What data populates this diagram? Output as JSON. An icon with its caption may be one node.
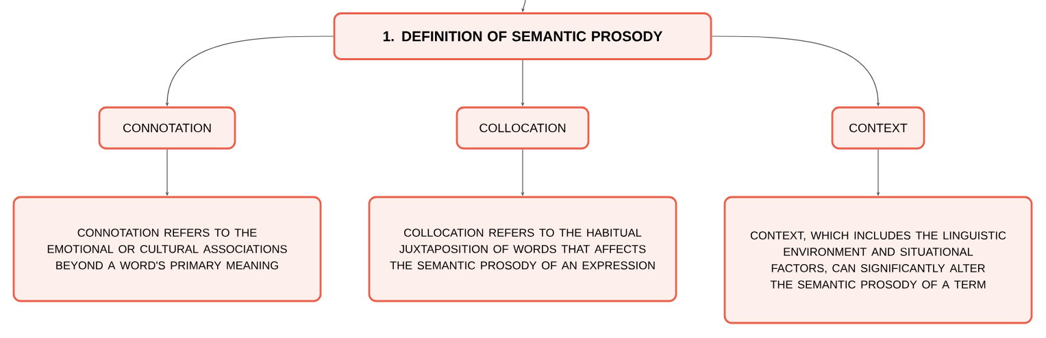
{
  "diagram": {
    "nodes": [
      {
        "text": [
          "1. DEFINITION OF SEMANTIC PROSODY"
        ]
      },
      {
        "text": [
          "CONNOTATION"
        ]
      },
      {
        "text": [
          "COLLOCATION"
        ]
      },
      {
        "text": [
          "CONTEXT"
        ]
      },
      {
        "text": [
          "CONNOTATION REFERS TO THE EMOTIONAL OR CULTURAL ASSOCIATIONS BEYOND A WORD'S PRIMARY MEANING"
        ]
      },
      {
        "text": [
          "COLLOCATION REFERS TO THE HABITUAL JUXTAPOSITION OF WORDS THAT AFFECTS THE SEMANTIC PROSODY OF AN EXPRESSION"
        ]
      },
      {
        "text": [
          "CONTEXT, WHICH INCLUDES THE LINGUISTIC ENVIRONMENT AND SITUATIONAL FACTORS, CAN SIGNIFICANTLY ALTER THE SEMANTIC PROSODY OF A TERM"
        ]
      }
    ],
    "edges": [
      {
        "from": null,
        "to": 0,
        "arrow": "to"
      },
      {
        "from": 0,
        "to": 1,
        "arrow": "to"
      },
      {
        "from": 0,
        "to": 2,
        "arrow": "to"
      },
      {
        "from": 0,
        "to": 3,
        "arrow": "to"
      },
      {
        "from": 1,
        "to": 4,
        "arrow": "to"
      },
      {
        "from": 2,
        "to": 5,
        "arrow": "to"
      },
      {
        "from": 3,
        "to": 6,
        "arrow": "to"
      }
    ]
  }
}
